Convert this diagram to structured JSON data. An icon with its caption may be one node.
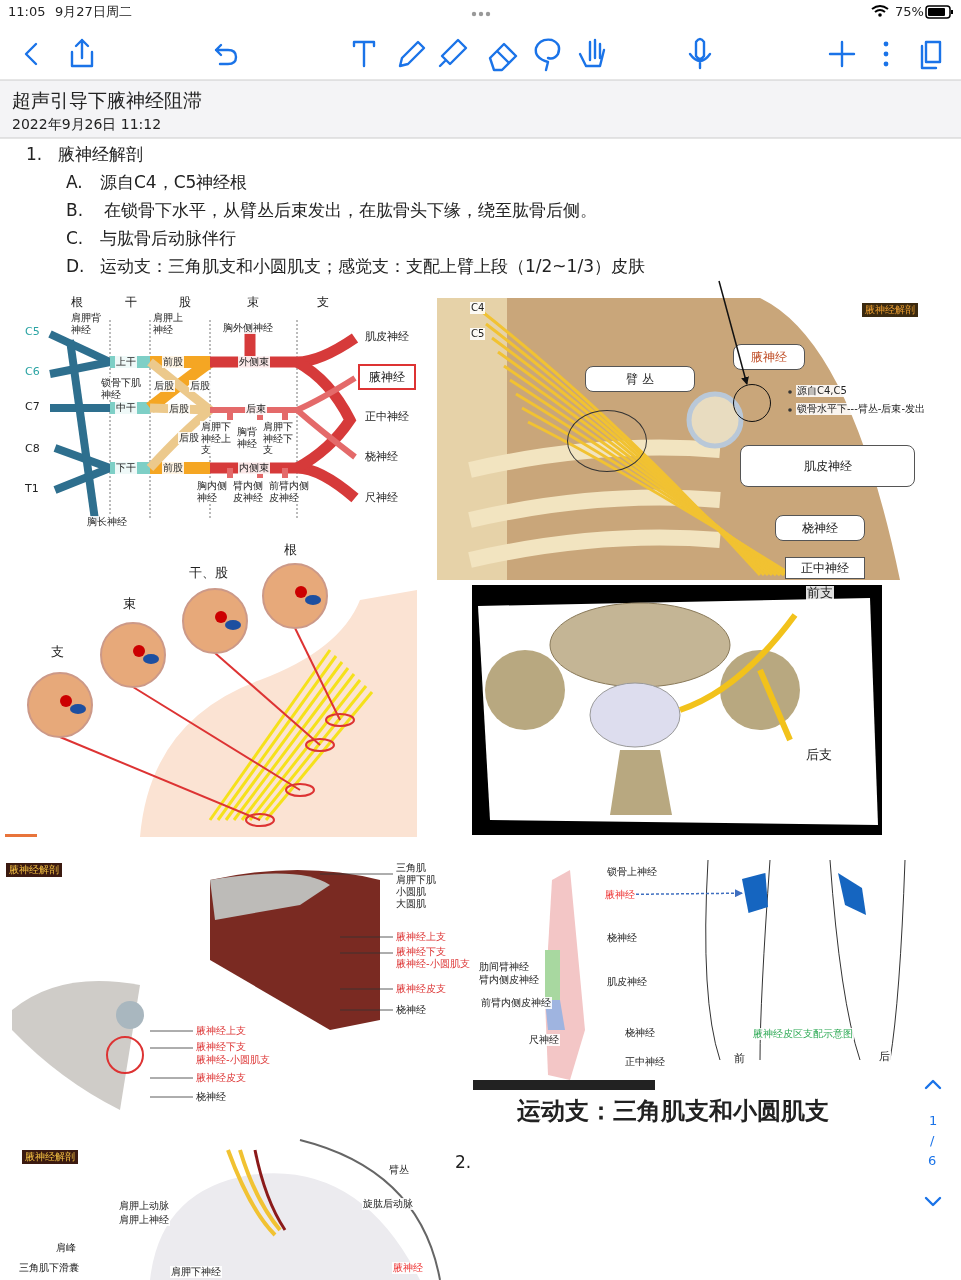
{
  "diagram": {
    "title": "超声引导下腋神经阻滞",
    "nodes": [
      {
        "text": [
          "腋神经"
        ]
      },
      {
        "text": [
          "臂 丛"
        ]
      },
      {
        "text": [
          "腋神经"
        ]
      },
      {
        "text": [
          "肌皮神经"
        ]
      },
      {
        "text": [
          "桡神经"
        ]
      },
      {
        "text": [
          "正中神经"
        ]
      },
      {
        "text": [],
        "shape": "circle"
      },
      {
        "text": [],
        "shape": "circle"
      },
      {
        "text": [],
        "shape": "box"
      },
      {
        "text": [
          "腋神经"
        ]
      }
    ],
    "edges": [
      {
        "from": null,
        "to": 6,
        "arrow": "to"
      },
      {
        "from": 9,
        "to": 8,
        "arrow": "to",
        "style": "dashed",
        "color": "#3f6fc0"
      }
    ],
    "labels": [
      "11:05",
      "9月27日周二",
      "75%",
      "2022年9月26日 11:12",
      "1.",
      "腋神经解剖",
      "A.",
      "源自C4，C5神经根",
      "B.",
      "在锁骨下水平，从臂丛后束发出，在肱骨头下缘，绕至肱骨后侧。",
      "C.",
      "与肱骨后动脉伴行",
      "D.",
      "运动支：三角肌支和小圆肌支；感觉支：支配上臂上段（1/2~1/3）皮肤",
      "根",
      "干",
      "股",
      "束",
      "支",
      "C5",
      "C6",
      "C7",
      "C8",
      "T1",
      "肩胛背神经",
      "肩胛上神经",
      "上干",
      "锁骨下肌神经",
      "中干",
      "前股",
      "后股",
      "后股",
      "后股",
      "后股",
      "下干",
      "前股",
      "胸外侧神经",
      "外侧束",
      "后束",
      "肩胛下神经上支",
      "胸背神经",
      "肩胛下神经下支",
      "内侧束",
      "胸内侧神经",
      "臂内侧皮神经",
      "前臂内侧皮神经",
      "胸长神经",
      "肌皮神经",
      "正中神经",
      "桡神经",
      "尺神经",
      "C4",
      "C5",
      "腋神经解剖",
      "源自C4,C5",
      "锁骨水平下---臂丛-后束-发出",
      "根",
      "干、股",
      "束",
      "支",
      "前支",
      "后支",
      "腋神经解剖",
      "三角肌",
      "肩胛下肌",
      "小圆肌",
      "大圆肌",
      "腋神经上支",
      "腋神经下支",
      "腋神经-小圆肌支",
      "腋神经皮支",
      "桡神经",
      "腋神经上支",
      "腋神经下支",
      "腋神经-小圆肌支",
      "腋神经皮支",
      "桡神经",
      "锁骨上神经",
      "桡神经",
      "肋间臂神经",
      "臂内侧皮神经",
      "肌皮神经",
      "前臂内侧皮神经",
      "桡神经",
      "尺神经",
      "正中神经",
      "腋神经皮区支配示意图",
      "前",
      "后",
      "运动支：三角肌支和小圆肌支",
      "腋神经解剖",
      "2.",
      "臂丛",
      "肩胛上动脉",
      "肩胛上神经",
      "旋肱后动脉",
      "肩峰",
      "三角肌下滑囊",
      "肩胛下神经",
      "腋神经",
      "1",
      "/",
      "6"
    ]
  }
}
